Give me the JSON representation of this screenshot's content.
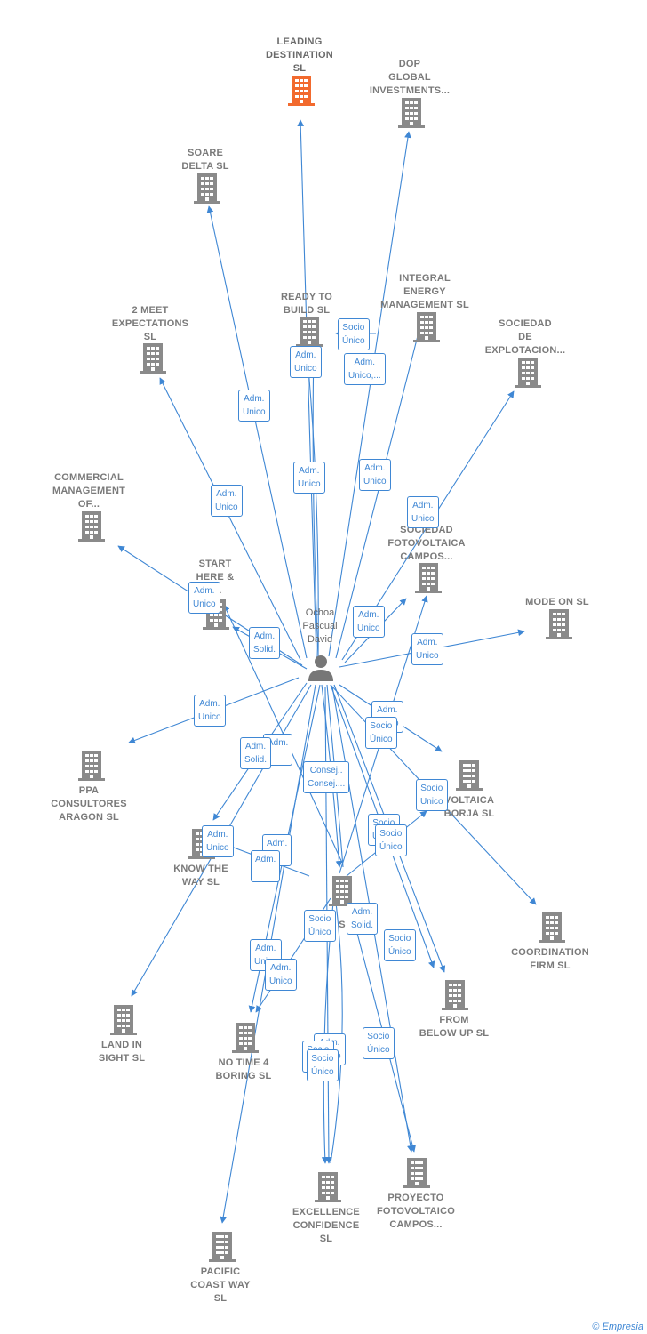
{
  "colors": {
    "edge": "#3f87d4",
    "node": "#8a8a8a",
    "focus": "#f26a2e",
    "person": "#777777"
  },
  "person": {
    "name": [
      "Ochoa",
      "Pascual",
      "David"
    ]
  },
  "nodes": [
    {
      "id": "leading",
      "lines": [
        "LEADING",
        "DESTINATION",
        "SL"
      ],
      "focus": true
    },
    {
      "id": "dop",
      "lines": [
        "DOP",
        "GLOBAL",
        "INVESTMENTS..."
      ]
    },
    {
      "id": "soare",
      "lines": [
        "SOARE",
        "DELTA SL"
      ]
    },
    {
      "id": "ready",
      "lines": [
        "READY TO",
        "BUILD  SL"
      ]
    },
    {
      "id": "integral",
      "lines": [
        "INTEGRAL",
        "ENERGY",
        "MANAGEMENT SL"
      ]
    },
    {
      "id": "meet",
      "lines": [
        "2 MEET",
        "EXPECTATIONS",
        "SL"
      ]
    },
    {
      "id": "sociedad",
      "lines": [
        "SOCIEDAD",
        "DE",
        "EXPLOTACION..."
      ]
    },
    {
      "id": "commercial",
      "lines": [
        "COMMERCIAL",
        "MANAGEMENT",
        "OF..."
      ]
    },
    {
      "id": "sfcampos",
      "lines": [
        "SOCIEDAD",
        "FOTOVOLTAICA",
        "CAMPOS..."
      ]
    },
    {
      "id": "start",
      "lines": [
        "START",
        "HERE &",
        "SL"
      ]
    },
    {
      "id": "modeon",
      "lines": [
        "MODE ON  SL"
      ]
    },
    {
      "id": "ppa",
      "lines": [
        "PPA",
        "CONSULTORES",
        "ARAGON  SL"
      ]
    },
    {
      "id": "borja",
      "lines": [
        "VOLTAICA",
        "BORJA  SL"
      ]
    },
    {
      "id": "knowway",
      "lines": [
        "KNOW THE",
        "WAY  SL"
      ]
    },
    {
      "id": "center",
      "lines": [
        "S"
      ]
    },
    {
      "id": "coordination",
      "lines": [
        "COORDINATION",
        "FIRM  SL"
      ]
    },
    {
      "id": "landin",
      "lines": [
        "LAND IN",
        "SIGHT  SL"
      ]
    },
    {
      "id": "frombelow",
      "lines": [
        "FROM",
        "BELOW UP  SL"
      ]
    },
    {
      "id": "notime",
      "lines": [
        "NO TIME 4",
        "BORING  SL"
      ]
    },
    {
      "id": "excellence",
      "lines": [
        "EXCELLENCE",
        "CONFIDENCE",
        "SL"
      ]
    },
    {
      "id": "proyecto",
      "lines": [
        "PROYECTO",
        "FOTOVOLTAICO",
        "CAMPOS..."
      ]
    },
    {
      "id": "pacific",
      "lines": [
        "PACIFIC",
        "COAST WAY",
        "SL"
      ]
    }
  ],
  "edge_labels": [
    [
      "Socio",
      "Único"
    ],
    [
      "Adm.",
      "Unico"
    ],
    [
      "Adm.",
      "Unico,..."
    ],
    [
      "Adm.",
      "Unico"
    ],
    [
      "Adm.",
      "Unico"
    ],
    [
      "Adm.",
      "Unico"
    ],
    [
      "Adm.",
      "Unico"
    ],
    [
      "Adm.",
      "Unico"
    ],
    [
      "Adm.",
      "Unico"
    ],
    [
      "Adm.",
      "Unico"
    ],
    [
      "Adm.",
      "Solid."
    ],
    [
      "Adm.",
      "Unico"
    ],
    [
      "Adm.",
      "Unico"
    ],
    [
      "Adm.",
      "Unico"
    ],
    [
      "Adm.",
      ""
    ],
    [
      "Socio",
      "Único"
    ],
    [
      "Adm.",
      "Solid."
    ],
    [
      "Socio",
      "Unico"
    ],
    [
      "Consej..",
      "Consej...."
    ],
    [
      "Adm.",
      "Unico"
    ],
    [
      "Adm.",
      ""
    ],
    [
      "Socio",
      "Único"
    ],
    [
      "Adm.",
      ""
    ],
    [
      "Socio",
      "Único"
    ],
    [
      "Adm.",
      "Unico"
    ],
    [
      "Socio",
      "Único"
    ],
    [
      "Adm.",
      "Solid."
    ],
    [
      "Adm.",
      "Unico"
    ],
    [
      "Socio",
      "Único"
    ],
    [
      "Adm.",
      "Unico"
    ],
    [
      "Socio",
      "Único"
    ],
    [
      "Socio",
      "Único"
    ],
    [
      "Socio",
      "Único"
    ]
  ],
  "footer": {
    "copyright": "©",
    "brand": "Empresia"
  }
}
